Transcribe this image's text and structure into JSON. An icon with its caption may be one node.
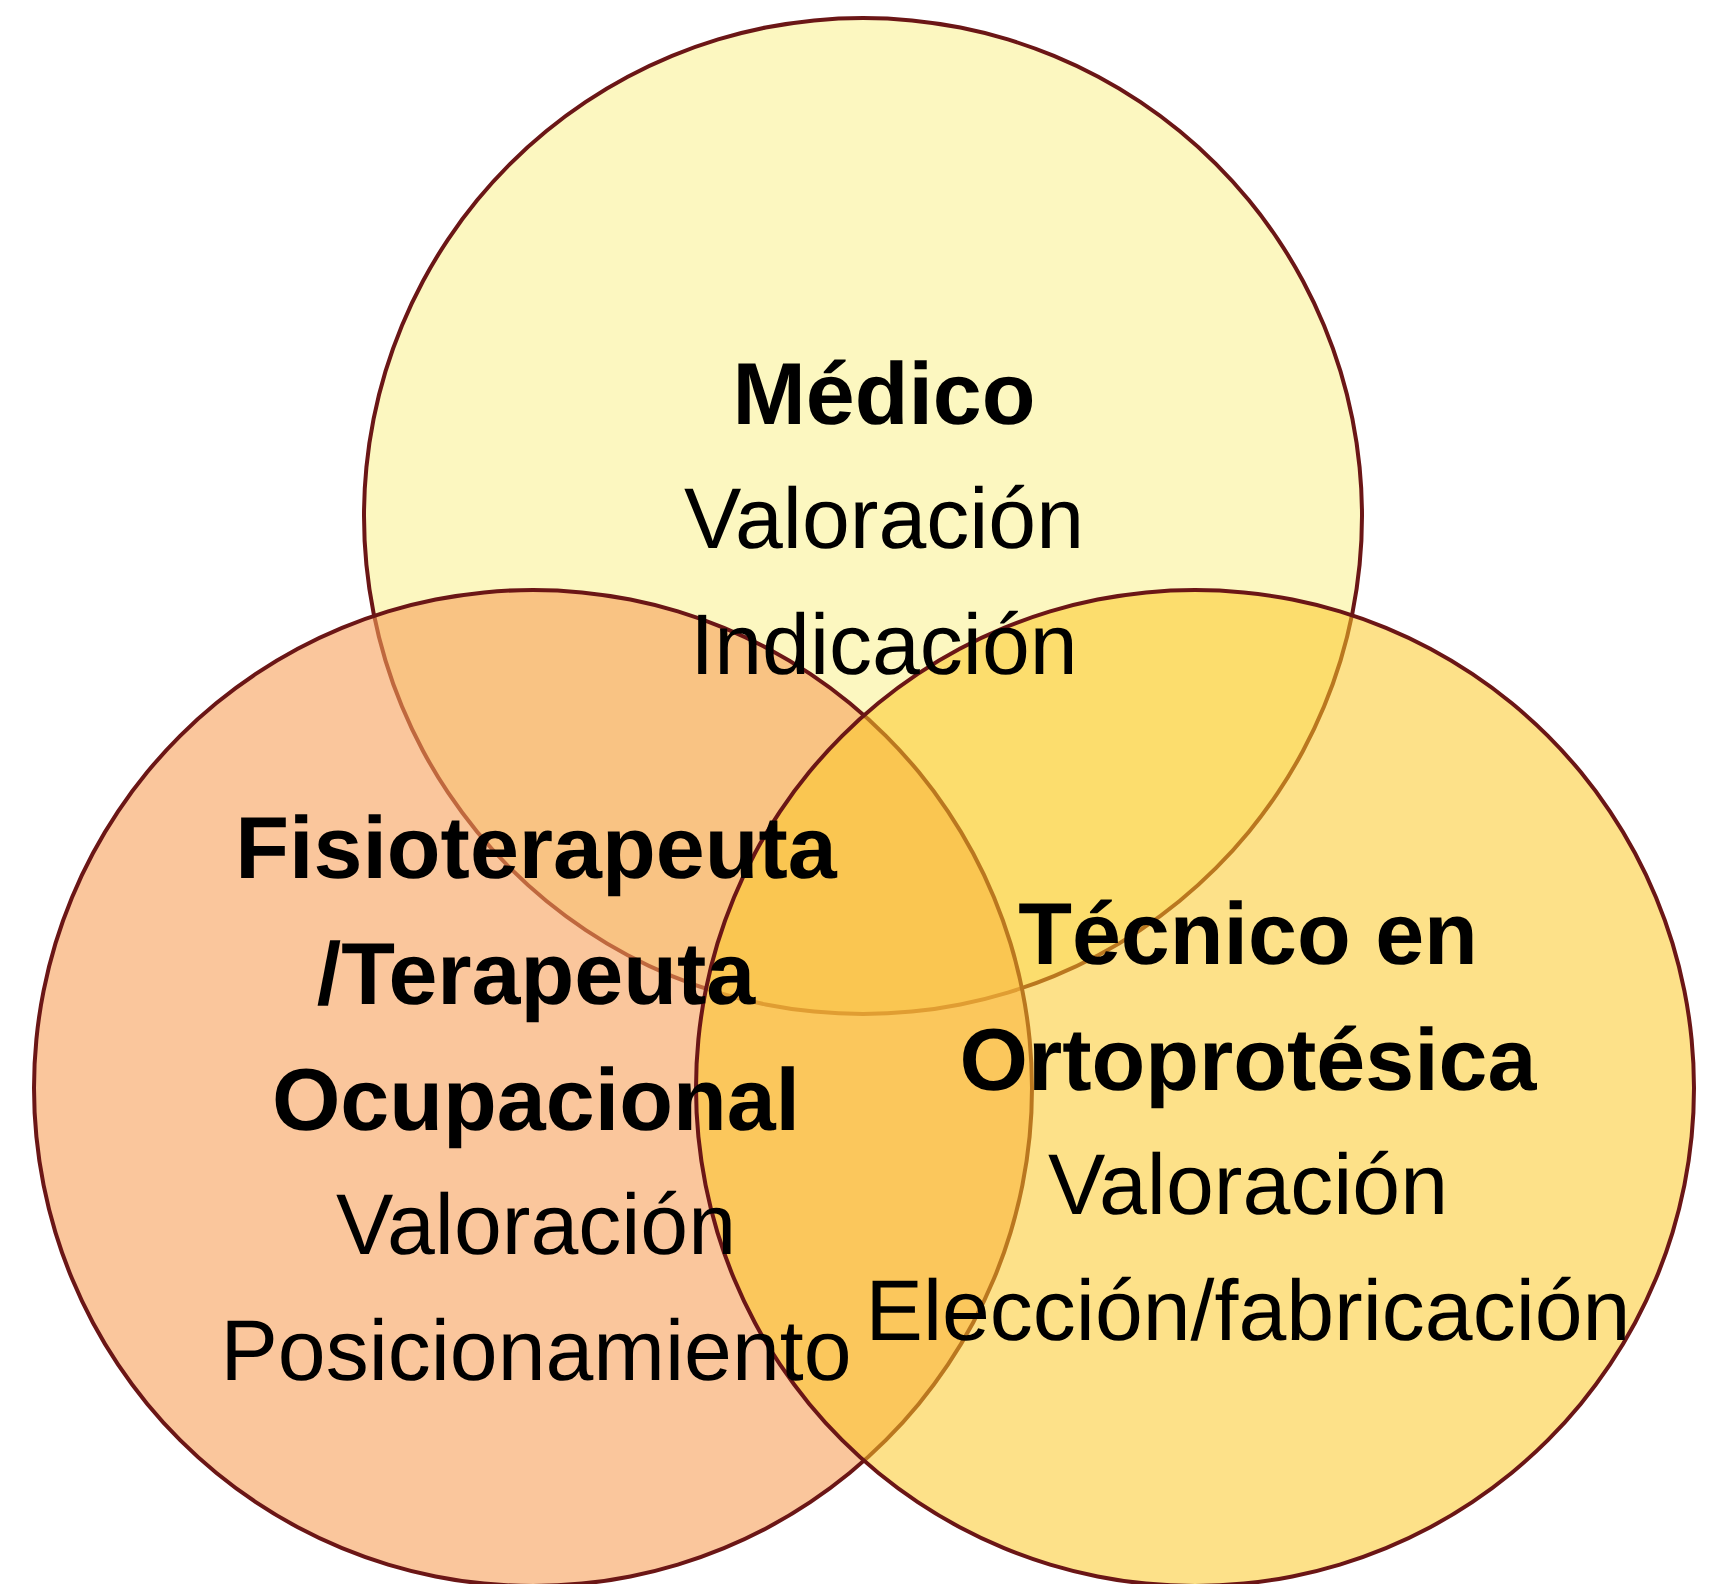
{
  "diagram": {
    "nodes": [
      {
        "text": [
          "Médico",
          "Valoración",
          "Indicación"
        ]
      },
      {
        "text": [
          "Fisioterapeuta /Terapeuta Ocupacional",
          "Valoración",
          "Posicionamiento"
        ]
      },
      {
        "text": [
          "Técnico en Ortoprotésica",
          "Valoración",
          "Elección/fabricación"
        ]
      }
    ]
  }
}
